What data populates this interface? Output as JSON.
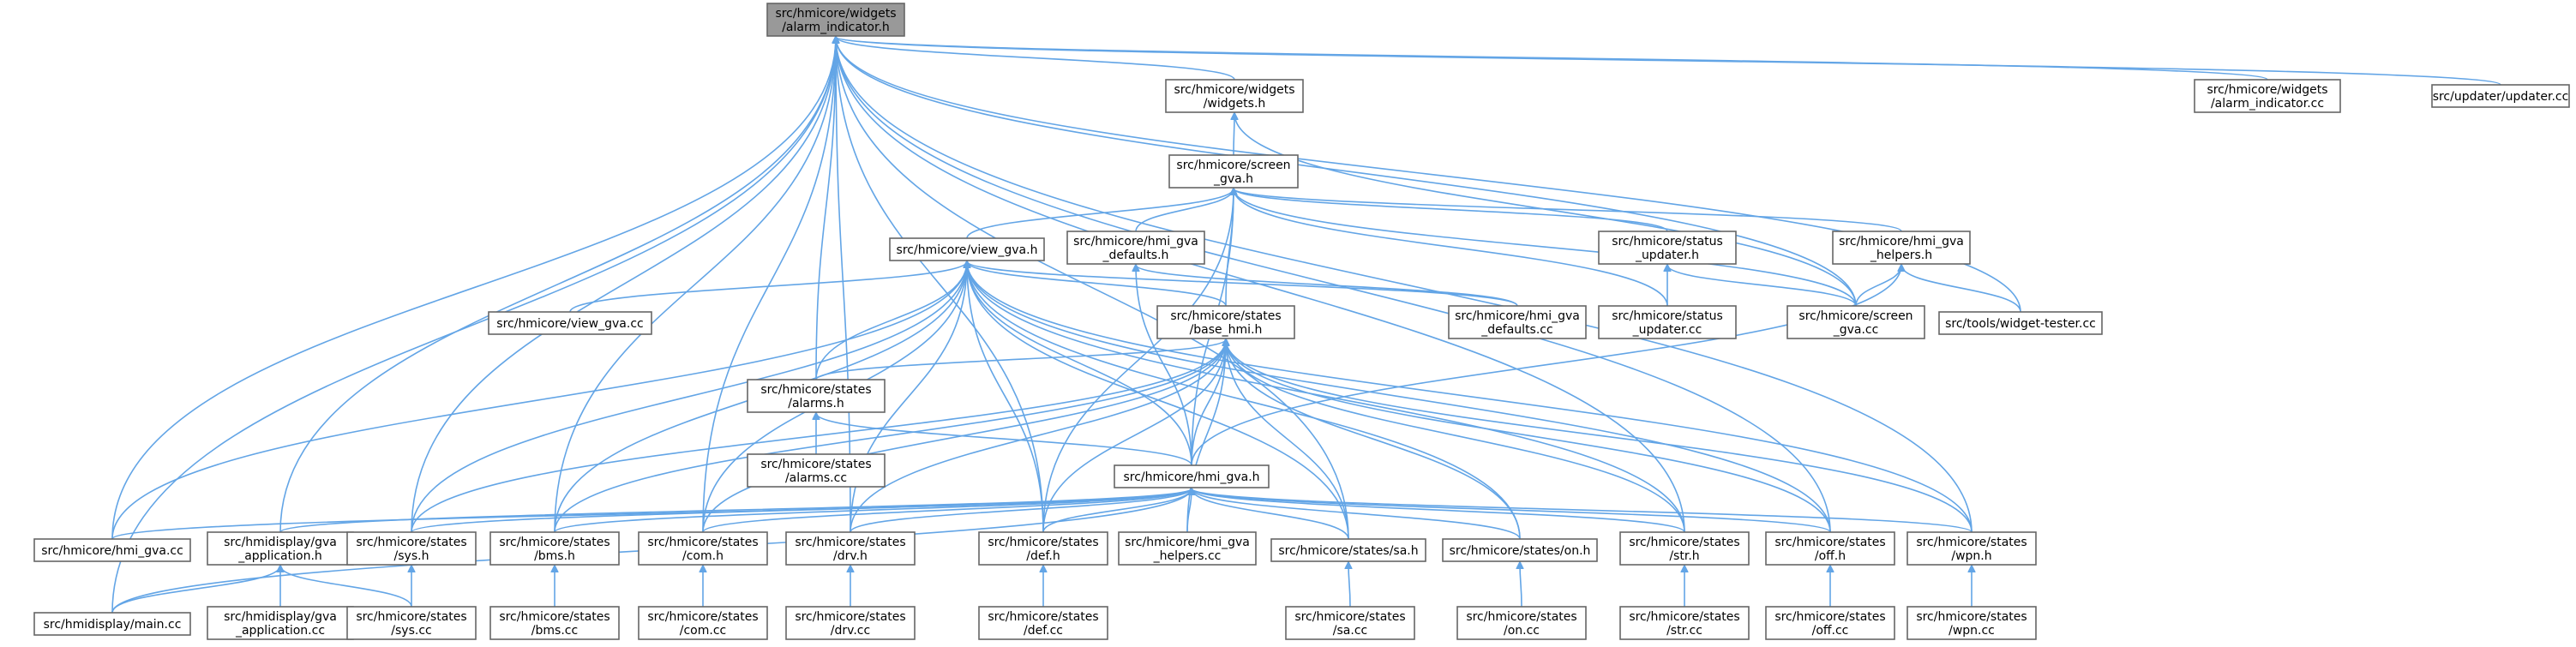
{
  "graph": {
    "edge_color": "#63a5e6",
    "box_border_color": "#666666",
    "root_fill_color": "#999999",
    "nodes": [
      {
        "id": "root",
        "lines": [
          "src/hmicore/widgets",
          "/alarm_indicator.h"
        ],
        "root": true
      },
      {
        "id": "widgets_h",
        "lines": [
          "src/hmicore/widgets",
          "/widgets.h"
        ]
      },
      {
        "id": "alarm_cc",
        "lines": [
          "src/hmicore/widgets",
          "/alarm_indicator.cc"
        ]
      },
      {
        "id": "updater_cc",
        "lines": [
          "src/updater/updater.cc"
        ]
      },
      {
        "id": "screen_h",
        "lines": [
          "src/hmicore/screen",
          "_gva.h"
        ]
      },
      {
        "id": "view_h",
        "lines": [
          "src/hmicore/view_gva.h"
        ]
      },
      {
        "id": "defaults_h",
        "lines": [
          "src/hmicore/hmi_gva",
          "_defaults.h"
        ]
      },
      {
        "id": "status_h",
        "lines": [
          "src/hmicore/status",
          "_updater.h"
        ]
      },
      {
        "id": "helpers_h",
        "lines": [
          "src/hmicore/hmi_gva",
          "_helpers.h"
        ]
      },
      {
        "id": "view_cc",
        "lines": [
          "src/hmicore/view_gva.cc"
        ]
      },
      {
        "id": "base_h",
        "lines": [
          "src/hmicore/states",
          "/base_hmi.h"
        ]
      },
      {
        "id": "defaults_cc",
        "lines": [
          "src/hmicore/hmi_gva",
          "_defaults.cc"
        ]
      },
      {
        "id": "status_cc",
        "lines": [
          "src/hmicore/status",
          "_updater.cc"
        ]
      },
      {
        "id": "screen_cc",
        "lines": [
          "src/hmicore/screen",
          "_gva.cc"
        ]
      },
      {
        "id": "tester_cc",
        "lines": [
          "src/tools/widget-tester.cc"
        ]
      },
      {
        "id": "alarms_h",
        "lines": [
          "src/hmicore/states",
          "/alarms.h"
        ]
      },
      {
        "id": "alarms_cc",
        "lines": [
          "src/hmicore/states",
          "/alarms.cc"
        ]
      },
      {
        "id": "hmi_h",
        "lines": [
          "src/hmicore/hmi_gva.h"
        ]
      },
      {
        "id": "hmi_cc",
        "lines": [
          "src/hmicore/hmi_gva.cc"
        ]
      },
      {
        "id": "app_h",
        "lines": [
          "src/hmidisplay/gva",
          "_application.h"
        ]
      },
      {
        "id": "sys_h",
        "lines": [
          "src/hmicore/states",
          "/sys.h"
        ]
      },
      {
        "id": "bms_h",
        "lines": [
          "src/hmicore/states",
          "/bms.h"
        ]
      },
      {
        "id": "com_h",
        "lines": [
          "src/hmicore/states",
          "/com.h"
        ]
      },
      {
        "id": "drv_h",
        "lines": [
          "src/hmicore/states",
          "/drv.h"
        ]
      },
      {
        "id": "def_h",
        "lines": [
          "src/hmicore/states",
          "/def.h"
        ]
      },
      {
        "id": "helpers_cc",
        "lines": [
          "src/hmicore/hmi_gva",
          "_helpers.cc"
        ]
      },
      {
        "id": "sa_h",
        "lines": [
          "src/hmicore/states/sa.h"
        ]
      },
      {
        "id": "on_h",
        "lines": [
          "src/hmicore/states/on.h"
        ]
      },
      {
        "id": "str_h",
        "lines": [
          "src/hmicore/states",
          "/str.h"
        ]
      },
      {
        "id": "off_h",
        "lines": [
          "src/hmicore/states",
          "/off.h"
        ]
      },
      {
        "id": "wpn_h",
        "lines": [
          "src/hmicore/states",
          "/wpn.h"
        ]
      },
      {
        "id": "main_cc",
        "lines": [
          "src/hmidisplay/main.cc"
        ]
      },
      {
        "id": "app_cc",
        "lines": [
          "src/hmidisplay/gva",
          "_application.cc"
        ]
      },
      {
        "id": "sys_cc",
        "lines": [
          "src/hmicore/states",
          "/sys.cc"
        ]
      },
      {
        "id": "bms_cc",
        "lines": [
          "src/hmicore/states",
          "/bms.cc"
        ]
      },
      {
        "id": "com_cc",
        "lines": [
          "src/hmicore/states",
          "/com.cc"
        ]
      },
      {
        "id": "drv_cc",
        "lines": [
          "src/hmicore/states",
          "/drv.cc"
        ]
      },
      {
        "id": "def_cc",
        "lines": [
          "src/hmicore/states",
          "/def.cc"
        ]
      },
      {
        "id": "sa_cc",
        "lines": [
          "src/hmicore/states",
          "/sa.cc"
        ]
      },
      {
        "id": "on_cc",
        "lines": [
          "src/hmicore/states",
          "/on.cc"
        ]
      },
      {
        "id": "str_cc",
        "lines": [
          "src/hmicore/states",
          "/str.cc"
        ]
      },
      {
        "id": "off_cc",
        "lines": [
          "src/hmicore/states",
          "/off.cc"
        ]
      },
      {
        "id": "wpn_cc",
        "lines": [
          "src/hmicore/states",
          "/wpn.cc"
        ]
      }
    ],
    "edges": [
      [
        "widgets_h",
        "root"
      ],
      [
        "alarm_cc",
        "root"
      ],
      [
        "updater_cc",
        "root"
      ],
      [
        "screen_cc",
        "root"
      ],
      [
        "tester_cc",
        "root"
      ],
      [
        "alarms_h",
        "root"
      ],
      [
        "hmi_cc",
        "root"
      ],
      [
        "app_h",
        "root"
      ],
      [
        "main_cc",
        "root"
      ],
      [
        "sys_h",
        "root"
      ],
      [
        "bms_h",
        "root"
      ],
      [
        "com_h",
        "root"
      ],
      [
        "drv_h",
        "root"
      ],
      [
        "def_h",
        "root"
      ],
      [
        "sa_h",
        "root"
      ],
      [
        "str_h",
        "root"
      ],
      [
        "off_h",
        "root"
      ],
      [
        "wpn_h",
        "root"
      ],
      [
        "screen_h",
        "widgets_h"
      ],
      [
        "screen_cc",
        "widgets_h"
      ],
      [
        "view_h",
        "screen_h"
      ],
      [
        "defaults_h",
        "screen_h"
      ],
      [
        "status_h",
        "screen_h"
      ],
      [
        "helpers_h",
        "screen_h"
      ],
      [
        "base_h",
        "screen_h"
      ],
      [
        "status_cc",
        "screen_h"
      ],
      [
        "screen_cc",
        "screen_h"
      ],
      [
        "hmi_h",
        "screen_h"
      ],
      [
        "def_h",
        "screen_h"
      ],
      [
        "view_cc",
        "view_h"
      ],
      [
        "base_h",
        "view_h"
      ],
      [
        "defaults_cc",
        "view_h"
      ],
      [
        "alarms_h",
        "view_h"
      ],
      [
        "hmi_h",
        "view_h"
      ],
      [
        "hmi_cc",
        "view_h"
      ],
      [
        "sys_h",
        "view_h"
      ],
      [
        "bms_h",
        "view_h"
      ],
      [
        "com_h",
        "view_h"
      ],
      [
        "drv_h",
        "view_h"
      ],
      [
        "def_h",
        "view_h"
      ],
      [
        "sa_h",
        "view_h"
      ],
      [
        "on_h",
        "view_h"
      ],
      [
        "str_h",
        "view_h"
      ],
      [
        "off_h",
        "view_h"
      ],
      [
        "wpn_h",
        "view_h"
      ],
      [
        "defaults_cc",
        "defaults_h"
      ],
      [
        "hmi_h",
        "defaults_h"
      ],
      [
        "status_cc",
        "status_h"
      ],
      [
        "screen_cc",
        "status_h"
      ],
      [
        "screen_cc",
        "helpers_h"
      ],
      [
        "tester_cc",
        "helpers_h"
      ],
      [
        "hmi_h",
        "helpers_h"
      ],
      [
        "alarms_h",
        "base_h"
      ],
      [
        "hmi_h",
        "base_h"
      ],
      [
        "sys_h",
        "base_h"
      ],
      [
        "bms_h",
        "base_h"
      ],
      [
        "com_h",
        "base_h"
      ],
      [
        "drv_h",
        "base_h"
      ],
      [
        "def_h",
        "base_h"
      ],
      [
        "sa_h",
        "base_h"
      ],
      [
        "on_h",
        "base_h"
      ],
      [
        "str_h",
        "base_h"
      ],
      [
        "off_h",
        "base_h"
      ],
      [
        "wpn_h",
        "base_h"
      ],
      [
        "helpers_cc",
        "base_h"
      ],
      [
        "alarms_cc",
        "alarms_h"
      ],
      [
        "hmi_h",
        "alarms_h"
      ],
      [
        "hmi_cc",
        "hmi_h"
      ],
      [
        "app_h",
        "hmi_h"
      ],
      [
        "main_cc",
        "hmi_h"
      ],
      [
        "sys_h",
        "hmi_h"
      ],
      [
        "bms_h",
        "hmi_h"
      ],
      [
        "com_h",
        "hmi_h"
      ],
      [
        "drv_h",
        "hmi_h"
      ],
      [
        "def_h",
        "hmi_h"
      ],
      [
        "helpers_cc",
        "hmi_h"
      ],
      [
        "sa_h",
        "hmi_h"
      ],
      [
        "on_h",
        "hmi_h"
      ],
      [
        "str_h",
        "hmi_h"
      ],
      [
        "off_h",
        "hmi_h"
      ],
      [
        "wpn_h",
        "hmi_h"
      ],
      [
        "main_cc",
        "app_h"
      ],
      [
        "app_cc",
        "app_h"
      ],
      [
        "sys_cc",
        "app_h"
      ],
      [
        "sys_cc",
        "sys_h"
      ],
      [
        "bms_cc",
        "bms_h"
      ],
      [
        "com_cc",
        "com_h"
      ],
      [
        "drv_cc",
        "drv_h"
      ],
      [
        "def_cc",
        "def_h"
      ],
      [
        "sa_cc",
        "sa_h"
      ],
      [
        "on_cc",
        "on_h"
      ],
      [
        "str_cc",
        "str_h"
      ],
      [
        "off_cc",
        "off_h"
      ],
      [
        "wpn_cc",
        "wpn_h"
      ]
    ]
  }
}
